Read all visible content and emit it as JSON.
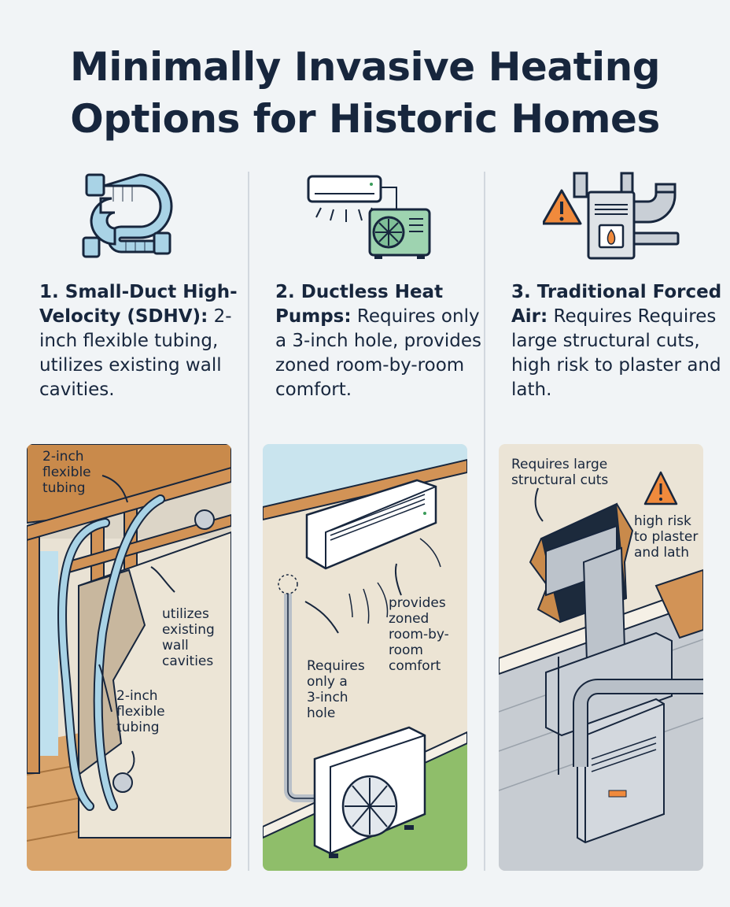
{
  "title_line1": "Minimally Invasive Heating",
  "title_line2": "Options for Historic Homes",
  "columns": [
    {
      "heading": "1. Small-Duct High-Velocity (SDHV):",
      "text": "2-inch flexible tubing, utilizes existing wall cavities.",
      "icon": "flexible-duct-icon",
      "callouts": [
        "2-inch\nflexible\ntubing",
        "utilizes\nexisting\nwall\ncavities",
        "2-inch\nflexible\ntubing"
      ]
    },
    {
      "heading": "2. Ductless Heat Pumps:",
      "text": "Requires only a 3-inch hole, provides zoned room-by-room comfort.",
      "icon": "mini-split-icon",
      "callouts": [
        "provides\nzoned\nroom-by-\nroom\ncomfort",
        "Requires\nonly a\n3-inch\nhole"
      ]
    },
    {
      "heading": "3. Traditional Forced Air:",
      "text": "Requires Requires large structural cuts, high risk to plaster and lath.",
      "icon": "furnace-warning-icon",
      "callouts": [
        "Requires large\nstructural cuts",
        "high risk\nto plaster\nand lath"
      ]
    }
  ],
  "colors": {
    "background": "#f1f4f6",
    "title": "#17263d",
    "duct_blue": "#a9d3e6",
    "wood": "#c98a4b",
    "warning": "#f08a3c",
    "heat_pump_green": "#9ed3b0",
    "metal": "#b9c0c8"
  }
}
